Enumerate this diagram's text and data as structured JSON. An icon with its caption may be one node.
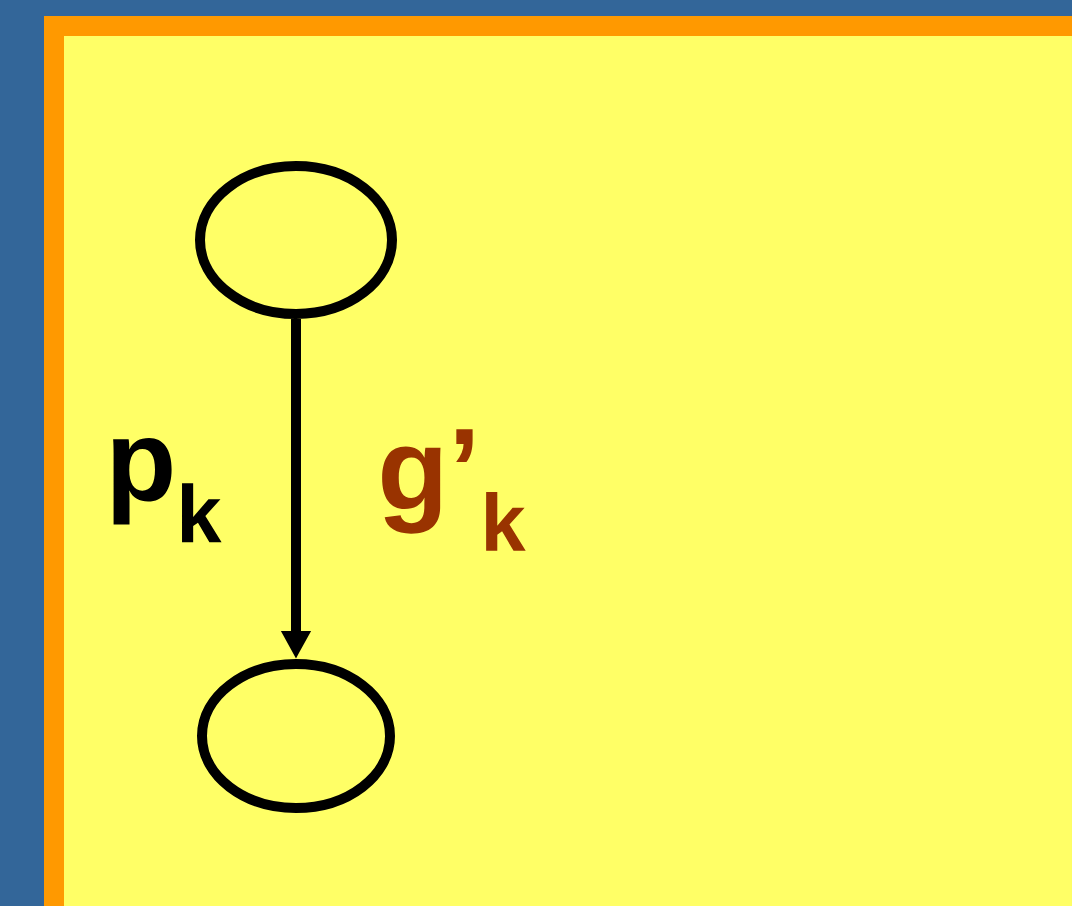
{
  "diagram": {
    "nodes": [
      {
        "text": [],
        "shape": "ellipse"
      },
      {
        "text": [],
        "shape": "ellipse"
      }
    ],
    "edges": [
      {
        "from": 0,
        "to": 1,
        "arrow": "to"
      }
    ],
    "labels": [
      "p$_{k}$",
      "g’$_{k}$"
    ]
  }
}
